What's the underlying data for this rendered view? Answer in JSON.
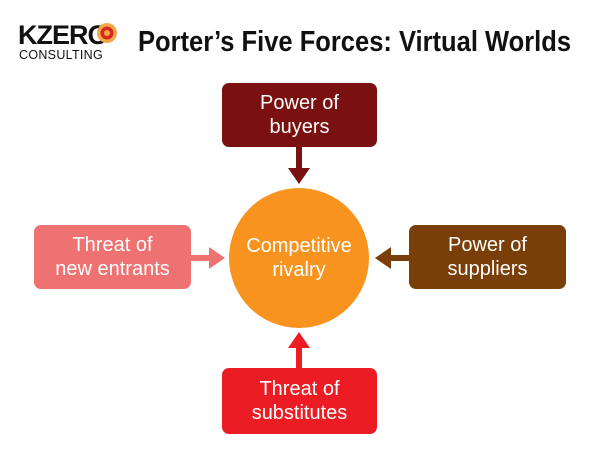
{
  "logo": {
    "main": "KZERO",
    "sub": "CONSULTING",
    "mark_colors": [
      "#f0a848",
      "#d8281e",
      "#f0a848"
    ]
  },
  "title": "Porter’s Five Forces: Virtual Worlds",
  "nodes": {
    "buyers": "Power of\nbuyers",
    "new_entrants": "Threat of\nnew entrants",
    "rivalry": "Competitive\nrivalry",
    "suppliers": "Power of\nsuppliers",
    "substitutes": "Threat of\nsubstitutes"
  },
  "colors": {
    "buyers": "#7a1010",
    "new_entrants": "#ef7272",
    "rivalry": "#f7931e",
    "suppliers": "#7a3e08",
    "substitutes": "#ec1c24"
  }
}
